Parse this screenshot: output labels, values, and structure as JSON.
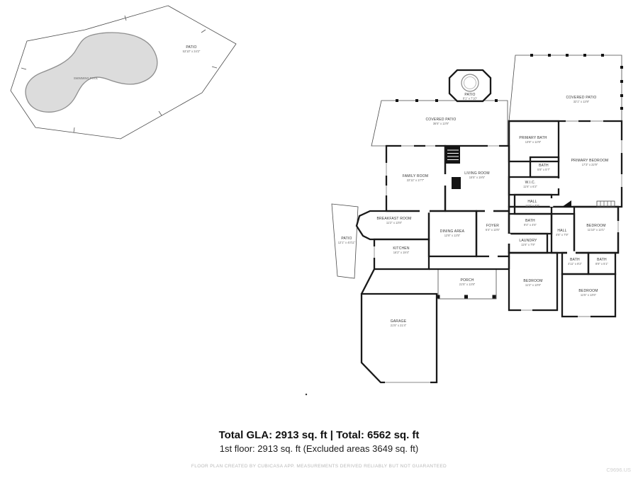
{
  "footer": {
    "totals": "Total GLA: 2913 sq. ft | Total: 6562 sq. ft",
    "floor": "1st floor: 2913 sq. ft (Excluded areas 3649 sq. ft)",
    "disclaimer": "FLOOR PLAN CREATED BY CUBICASA APP. MEASUREMENTS DERIVED RELIABLY BUT NOT GUARANTEED",
    "watermark": "C9696.US"
  },
  "pool_area": {
    "pool_label": "SWIMMING POOL",
    "patio_name": "PATIO",
    "patio_dims": "53'10\" x 34'2\""
  },
  "rooms": [
    {
      "name": "FAMILY ROOM",
      "dims": "22'11\" x 17'7\""
    },
    {
      "name": "LIVING ROOM",
      "dims": "15'5\" x 19'5\""
    },
    {
      "name": "COVERED PATIO",
      "dims": "36'5\" x 13'9\""
    },
    {
      "name": "COVERED PATIO",
      "dims": "32'1\" x 13'9\""
    },
    {
      "name": "PATIO",
      "dims": "8'1\" x 7'10\""
    },
    {
      "name": "PRIMARY BATH",
      "dims": "13'8\" x 12'8\""
    },
    {
      "name": "BATH",
      "dims": "5'8\" x 5'7\""
    },
    {
      "name": "W.I.C.",
      "dims": "11'6\" x 6'2\""
    },
    {
      "name": "PRIMARY BEDROOM",
      "dims": "17'3\" x 22'9\""
    },
    {
      "name": "HALL",
      "dims": "11'2\" x 4'3\""
    },
    {
      "name": "BREAKFAST ROOM",
      "dims": "11'2\" x 13'8\""
    },
    {
      "name": "DINING AREA",
      "dims": "12'8\" x 13'5\""
    },
    {
      "name": "FOYER",
      "dims": "6'4\" x 13'5\""
    },
    {
      "name": "BATH",
      "dims": "9'4\" x 4'6\""
    },
    {
      "name": "HALL",
      "dims": "4'6\" x 7'9\""
    },
    {
      "name": "BEDROOM",
      "dims": "11'10\" x 13'1\""
    },
    {
      "name": "KITCHEN",
      "dims": "16'2\" x 19'4\""
    },
    {
      "name": "LAUNDRY",
      "dims": "11'6\" x 7'9\""
    },
    {
      "name": "PATIO",
      "dims": "12'1\" x 40'11\""
    },
    {
      "name": "BATH",
      "dims": "4'11\" x 8'2\""
    },
    {
      "name": "BATH",
      "dims": "8'8\" x 5'1\""
    },
    {
      "name": "PORCH",
      "dims": "21'5\" x 13'8\""
    },
    {
      "name": "BEDROOM",
      "dims": "11'2\" x 13'9\""
    },
    {
      "name": "BEDROOM",
      "dims": "11'5\" x 13'6\""
    },
    {
      "name": "GARAGE",
      "dims": "21'5\" x 21'4\""
    }
  ]
}
